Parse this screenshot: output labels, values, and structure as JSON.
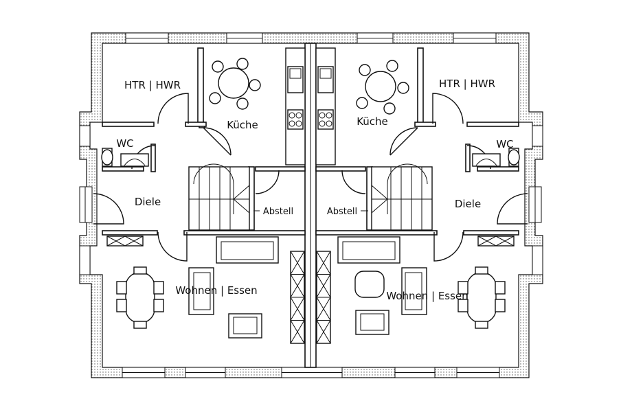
{
  "rooms": {
    "left": {
      "htr_hwr": "HTR | HWR",
      "kueche": "Küche",
      "wc": "WC",
      "diele": "Diele",
      "abstell": "Abstell",
      "wohnen_essen": "Wohnen | Essen"
    },
    "right": {
      "htr_hwr": "HTR | HWR",
      "kueche": "Küche",
      "wc": "WC",
      "diele": "Diele",
      "abstell": "Abstell",
      "wohnen_essen": "Wohnen | Essen"
    }
  }
}
